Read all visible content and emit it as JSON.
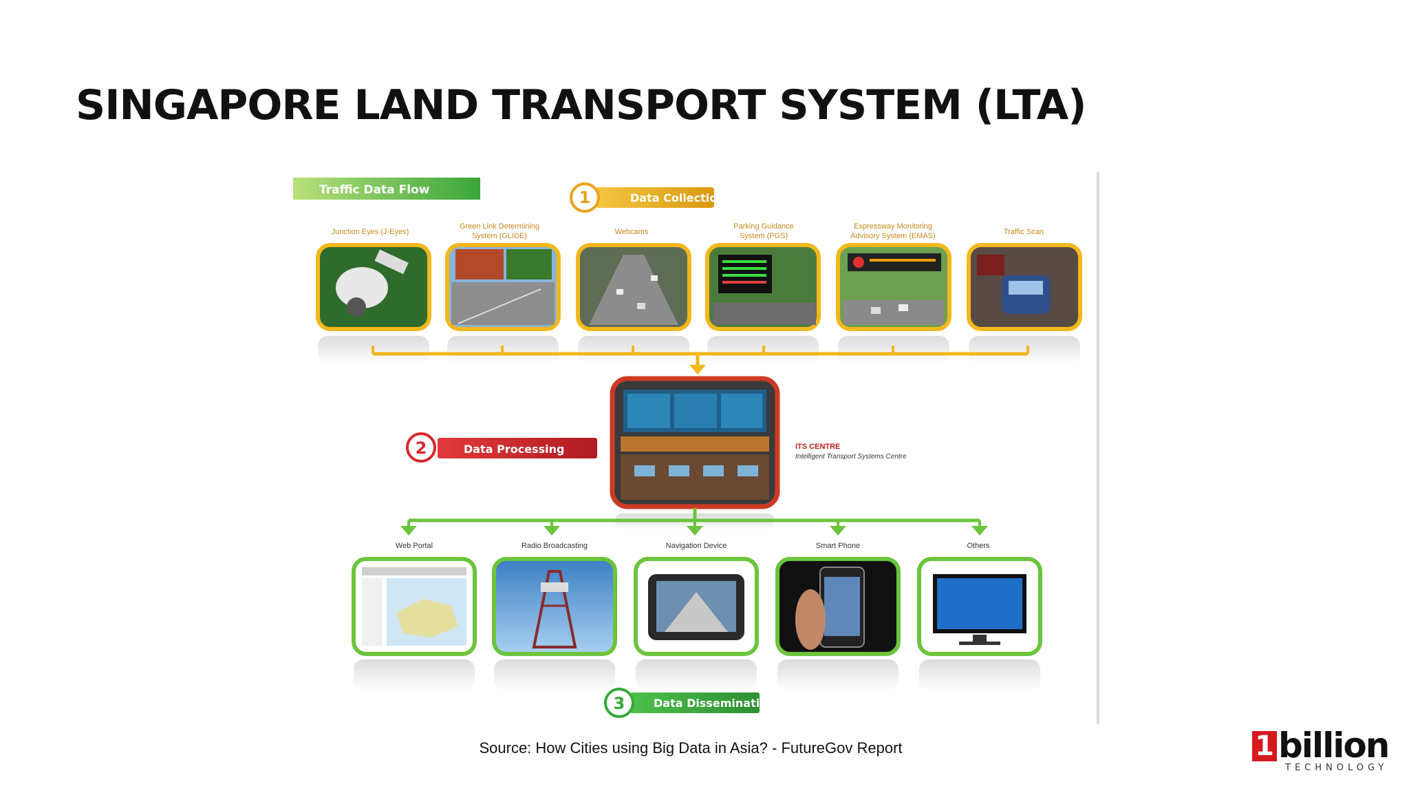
{
  "slide": {
    "title": "SINGAPORE LAND TRANSPORT SYSTEM (LTA)",
    "source": "Source: How Cities using Big Data in Asia? - FutureGov Report"
  },
  "logo": {
    "word": "billion",
    "digit": "1",
    "tagline": "TECHNOLOGY"
  },
  "diagram": {
    "banner": "Traffic Data Flow",
    "stages": [
      {
        "number": "1",
        "label": "Data Collection",
        "color": "#e8a21a"
      },
      {
        "number": "2",
        "label": "Data Processing",
        "color": "#d8262d"
      },
      {
        "number": "3",
        "label": "Data Dissemination",
        "color": "#35a83a"
      }
    ],
    "sources": [
      "Junction Eyes (J-Eyes)",
      "Green Link Determining System (GLIDE)",
      "Webcams",
      "Parking Guidance System (PGS)",
      "Expressway Monitoring Advisory System (EMAS)",
      "Traffic Scan"
    ],
    "centre": {
      "name": "ITS CENTRE",
      "full": "Intelligent Transport Systems Centre"
    },
    "outputs": [
      "Web Portal",
      "Radio Broadcasting",
      "Navigation Device",
      "Smart Phone",
      "Others"
    ],
    "colors": {
      "collection": "#f2b81c",
      "processing": "#cc3a24",
      "dissemination": "#6cc43c"
    }
  }
}
